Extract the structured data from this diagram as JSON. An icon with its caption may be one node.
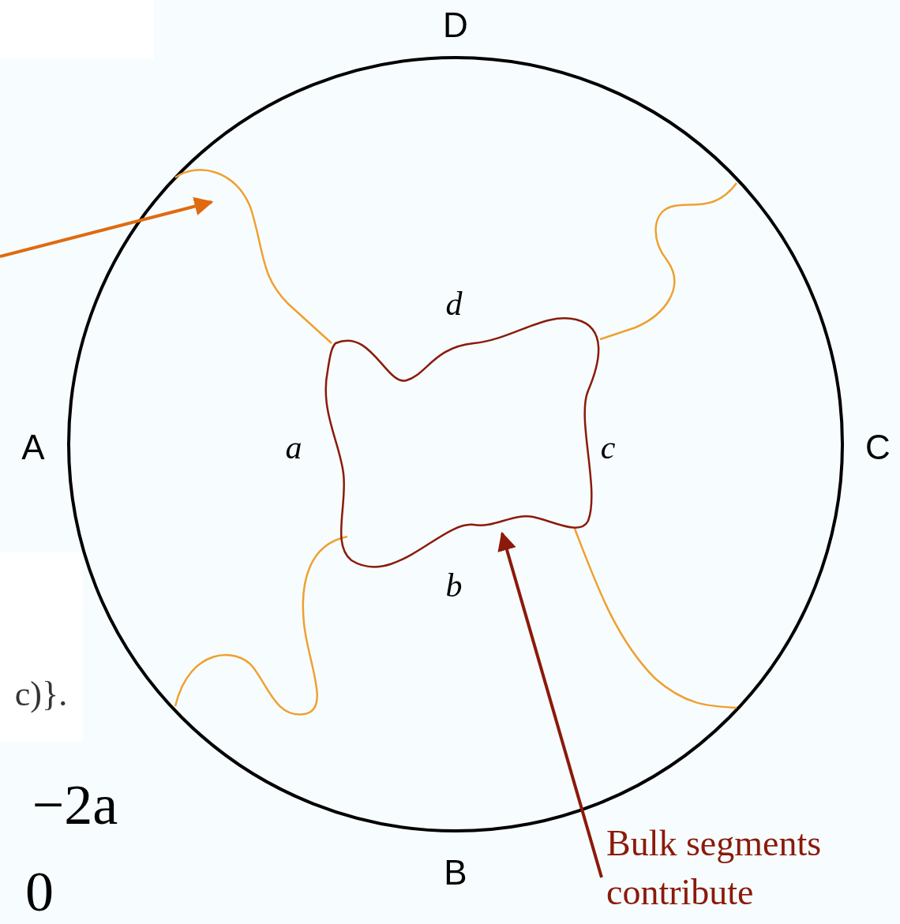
{
  "diagram": {
    "nodes": [
      {
        "text": [],
        "shape": "curve"
      },
      {
        "text": [],
        "shape": "loop"
      },
      {
        "text": [
          "Bulk segments contribute"
        ]
      }
    ],
    "edges": [
      {
        "from": null,
        "to": 0,
        "arrow": "to",
        "color": "#e06a10"
      },
      {
        "from": 2,
        "to": 1,
        "arrow": "to",
        "color": "#8b1a0a"
      }
    ],
    "labels": [
      "D",
      "d",
      "A",
      "a",
      "c",
      "C",
      "b",
      "c)}.",
      "−2a",
      "B",
      "0"
    ]
  }
}
